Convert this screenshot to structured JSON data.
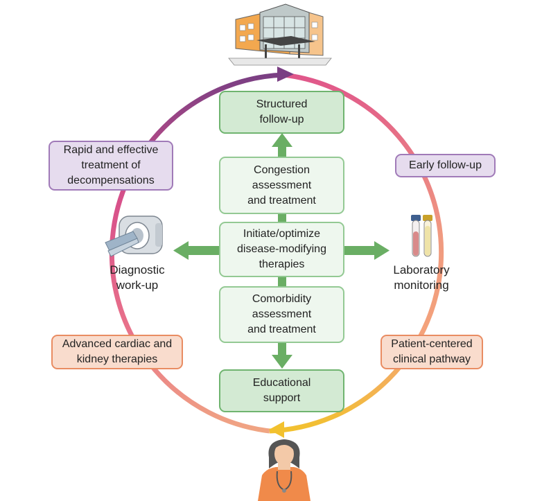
{
  "center": {
    "structured": "Structured\nfollow-up",
    "congestion": "Congestion\nassessment\nand treatment",
    "initiate": "Initiate/optimize\ndisease-modifying\ntherapies",
    "comorbidity": "Comorbidity\nassessment\nand treatment",
    "educational": "Educational\nsupport"
  },
  "ring": {
    "rapid": "Rapid and effective\ntreatment of\ndecompensations",
    "early": "Early follow-up",
    "advanced": "Advanced cardiac and\nkidney therapies",
    "patient_centered": "Patient-centered\nclinical pathway"
  },
  "side": {
    "diagnostic": "Diagnostic\nwork-up",
    "laboratory": "Laboratory\nmonitoring"
  },
  "colors": {
    "ring_purple": "#7a3f83",
    "ring_pink": "#e0568a",
    "ring_salmon": "#f0a07a",
    "ring_yellow": "#f2c12e",
    "arrow_green": "#6aae64"
  },
  "icons": [
    "hospital-icon",
    "ct-scanner-icon",
    "test-tubes-icon",
    "clinician-icon"
  ]
}
